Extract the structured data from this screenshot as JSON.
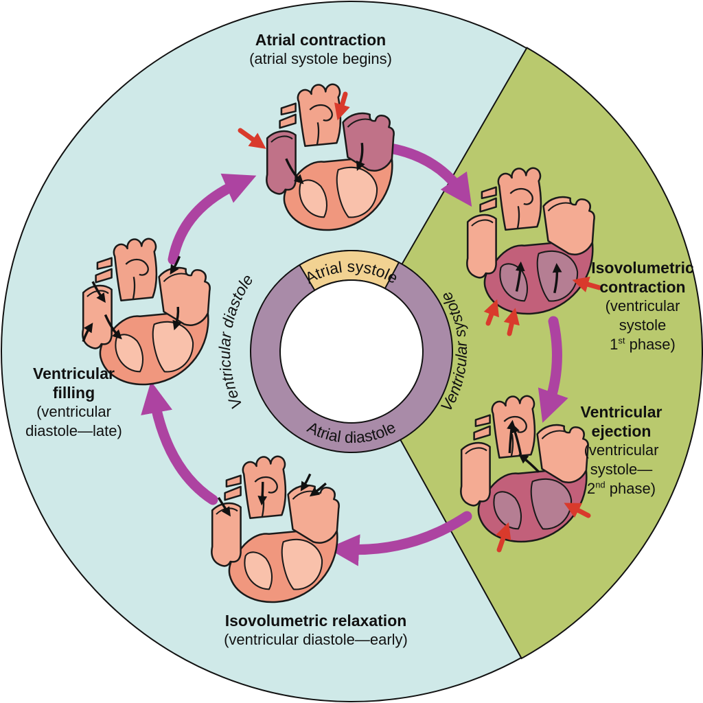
{
  "figure": {
    "name": "cardiac-cycle-diagram"
  },
  "ring": {
    "top_segment_label": "Atrial systole",
    "bottom_segment_label": "Atrial diastole",
    "left_arc_label": "Ventricular diastole",
    "right_arc_label": "Ventricular systole"
  },
  "phases": {
    "atrial_contraction": {
      "title": "Atrial contraction",
      "subtitle": "(atrial systole begins)"
    },
    "isovolumetric_contraction": {
      "title_line1": "Isovolumetric",
      "title_line2": "contraction",
      "sub_line1": "(ventricular",
      "sub_line2": "systole",
      "ordinal": "1",
      "ordinal_suffix": "st",
      "sub_tail": " phase)"
    },
    "ventricular_ejection": {
      "title_line1": "Ventricular",
      "title_line2": "ejection",
      "sub_line1": "(ventricular",
      "sub_line2": "systole—",
      "ordinal": "2",
      "ordinal_suffix": "nd",
      "sub_tail": " phase)"
    },
    "isovolumetric_relaxation": {
      "title": "Isovolumetric relaxation",
      "subtitle": "(ventricular diastole—early)"
    },
    "ventricular_filling": {
      "title_line1": "Ventricular",
      "title_line2": "filling",
      "sub_line1": "(ventricular",
      "sub_line2": "diastole—late)"
    }
  },
  "colors": {
    "page_bg": "#ffffff",
    "diastole_bg": "#cfe9e8",
    "systole_bg": "#b9c96e",
    "ring_fill": "#a98ba8",
    "ring_segment_fill": "#f2d292",
    "cycle_arrow": "#ad43a1",
    "contraction_arrow": "#d93a2c",
    "outline": "#111111",
    "heart_vessel": "#f2a48c",
    "heart_atria_light": "#f4ab93",
    "heart_wall": "#f0977e",
    "heart_chamber": "#f9c1ab",
    "heart_atria_contracted": "#c07288",
    "heart_ventricle_contracted_wall": "#c2607a",
    "heart_ventricle_contracted_chamber": "#b57e93"
  }
}
